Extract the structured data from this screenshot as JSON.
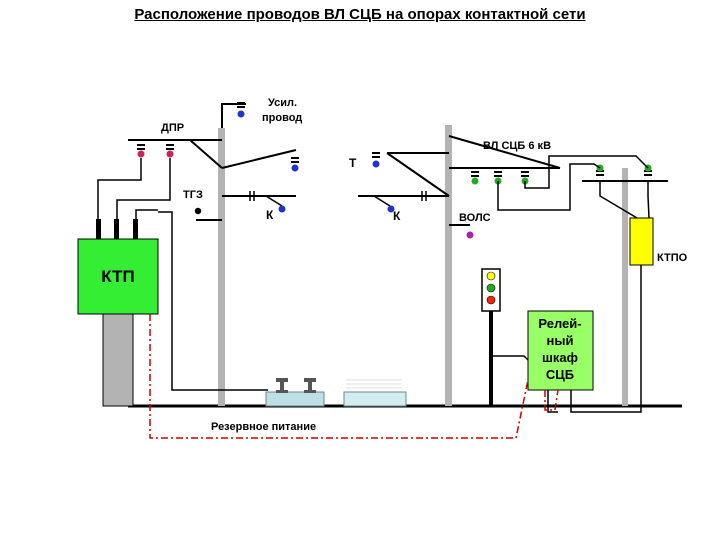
{
  "title": "Расположение проводов ВЛ СЦБ на опорах контактной сети",
  "labels": {
    "usil_1": "Усил.",
    "usil_2": "провод",
    "dpr": "ДПР",
    "t": "Т",
    "vl_scb": "ВЛ СЦБ 6 кВ",
    "tgz": "ТГЗ",
    "k_left": "К",
    "k_right": "К",
    "vols": "ВОЛС",
    "ktp": "КТП",
    "ktpo": "КТПО",
    "relay_1": "Релей-",
    "relay_2": "ный",
    "relay_3": "шкаф",
    "relay_4": "СЦБ",
    "reserve": "Резервное питание"
  },
  "colors": {
    "ktp_fill": "#33ee33",
    "relay_fill": "#99ff66",
    "ktpo_fill": "#ffff00",
    "pole_fill": "#b3b3b3",
    "reserve_line": "#cc0000",
    "insulator_blue": "#2233cc",
    "insulator_red": "#cc2255",
    "insulator_green": "#22aa22",
    "insulator_purple": "#aa22aa"
  }
}
